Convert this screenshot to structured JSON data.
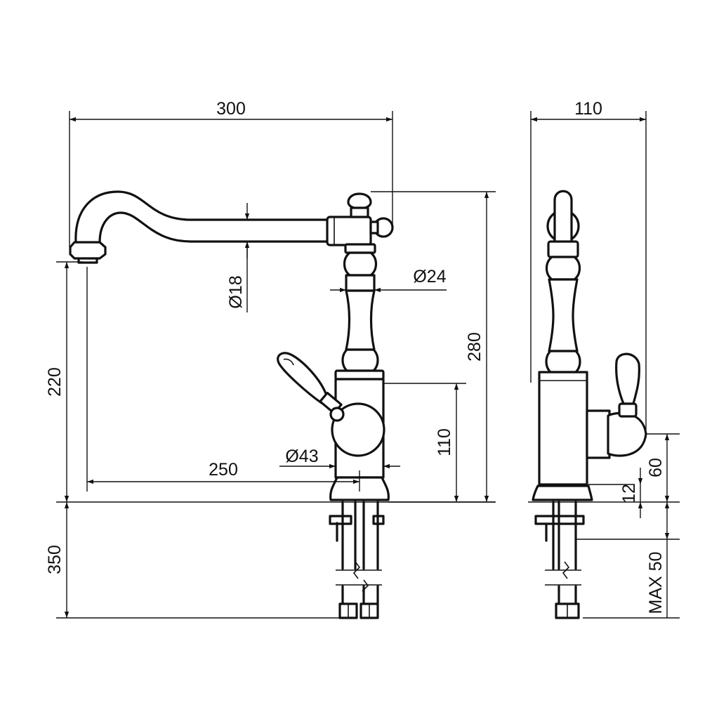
{
  "dimensions": {
    "spout_reach_overall": "300",
    "side_width": "110",
    "spout_diameter": "Ø18",
    "column_diameter": "Ø24",
    "body_diameter": "Ø43",
    "total_height": "280",
    "spout_outlet_height": "220",
    "body_height": "110",
    "spout_reach_axis": "250",
    "below_deck_length": "350",
    "handle_height": "60",
    "base_height": "12",
    "deck_thickness": "MAX 50"
  }
}
